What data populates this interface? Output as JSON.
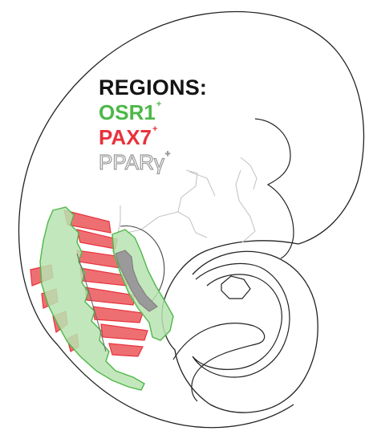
{
  "legend": {
    "title": "REGIONS:",
    "items": [
      {
        "label": "OSR1",
        "superscript": "+",
        "color": "#4db848"
      },
      {
        "label": "PAX7",
        "superscript": "+",
        "color": "#e8323c"
      },
      {
        "label": "PPARγ",
        "superscript": "+",
        "color": "#9a9a9a"
      }
    ]
  },
  "colors": {
    "outline": "#222222",
    "osr1_fill": "#b9e3b0",
    "osr1_stroke": "#4db848",
    "pax7_fill": "#ee6f72",
    "pax7_stroke": "#e8323c",
    "ppar_fill": "#9a9a9a",
    "internal_lines": "#c6c6c6"
  }
}
